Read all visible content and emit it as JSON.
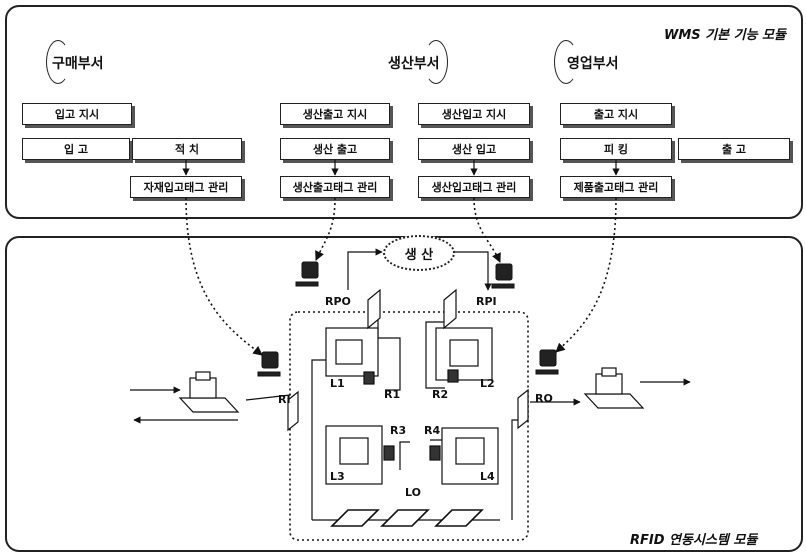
{
  "wms": {
    "title": "WMS 기본 기능 모듈",
    "departments": [
      {
        "label": "구매부서"
      },
      {
        "label": "생산부서"
      },
      {
        "label": "영업부서"
      }
    ],
    "boxes": {
      "inbound_order": "입고 지시",
      "inbound": "입 고",
      "stacking": "적 치",
      "material_tag": "자재입고태그 관리",
      "prod_out_order": "생산출고 지시",
      "prod_out": "생산 출고",
      "prod_out_tag": "생산출고태그 관리",
      "prod_in_order": "생산입고 지시",
      "prod_in": "생산 입고",
      "prod_in_tag": "생산입고태그 관리",
      "ship_order": "출고 지시",
      "picking": "피 킹",
      "ship": "출 고",
      "product_tag": "제품출고태그 관리"
    }
  },
  "rfid": {
    "title": "RFID 연동시스템 모듈",
    "production_label": "생 산",
    "labels": {
      "rpo": "RPO",
      "rpi": "RPI",
      "l1": "L1",
      "l2": "L2",
      "l3": "L3",
      "l4": "L4",
      "r1": "R1",
      "r2": "R2",
      "r3": "R3",
      "r4": "R4",
      "ri": "RI",
      "ro": "RO",
      "lo": "LO"
    }
  }
}
